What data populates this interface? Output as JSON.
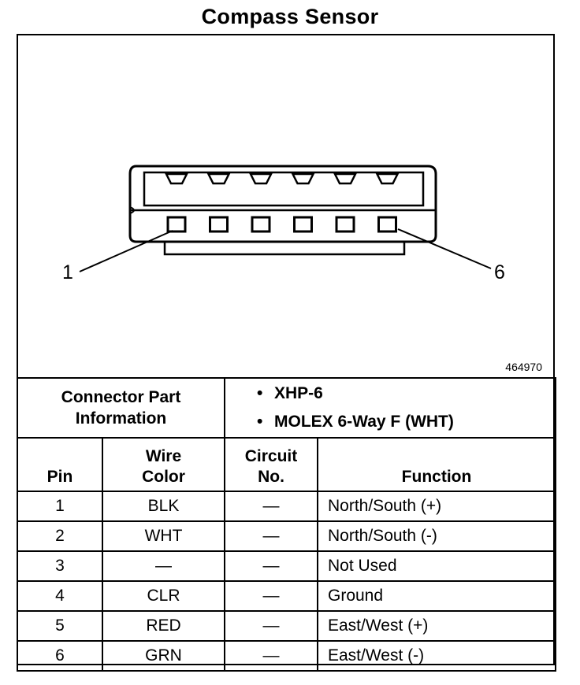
{
  "title": "Compass Sensor",
  "figure_id": "464970",
  "callouts": {
    "left_pin": "1",
    "right_pin": "6"
  },
  "connector_info": {
    "label_line1": "Connector Part",
    "label_line2": "Information",
    "parts": [
      "XHP-6",
      "MOLEX 6-Way F (WHT)"
    ]
  },
  "columns": {
    "pin": "Pin",
    "wire_line1": "Wire",
    "wire_line2": "Color",
    "circuit_line1": "Circuit",
    "circuit_line2": "No.",
    "function": "Function"
  },
  "rows": [
    {
      "pin": "1",
      "wire": "BLK",
      "circuit": "—",
      "function": "North/South (+)"
    },
    {
      "pin": "2",
      "wire": "WHT",
      "circuit": "—",
      "function": "North/South (-)"
    },
    {
      "pin": "3",
      "wire": "—",
      "circuit": "—",
      "function": "Not Used"
    },
    {
      "pin": "4",
      "wire": "CLR",
      "circuit": "—",
      "function": "Ground"
    },
    {
      "pin": "5",
      "wire": "RED",
      "circuit": "—",
      "function": "East/West (+)"
    },
    {
      "pin": "6",
      "wire": "GRN",
      "circuit": "—",
      "function": "East/West (-)"
    }
  ]
}
